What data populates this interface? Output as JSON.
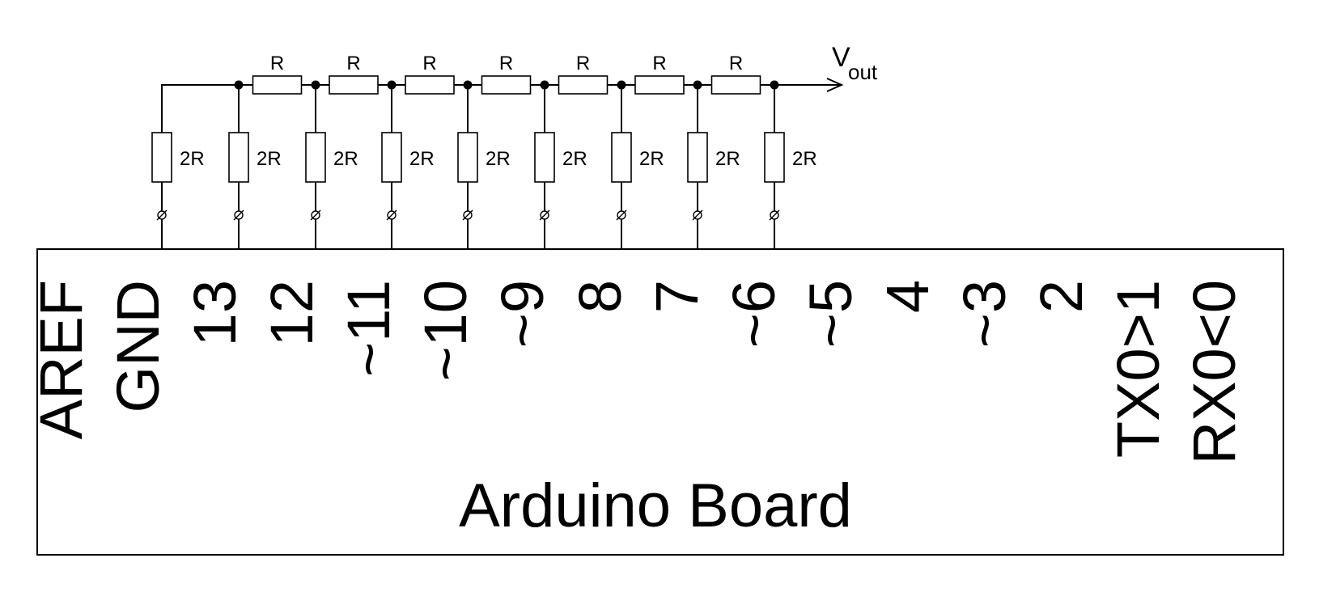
{
  "board": {
    "title": "Arduino Board",
    "pins": [
      "AREF",
      "GND",
      "13",
      "12",
      "~11",
      "~10",
      "~9",
      "8",
      "7",
      "~6",
      "~5",
      "4",
      "~3",
      "2",
      "TX0>1",
      "RX0<0"
    ]
  },
  "ladder": {
    "series_label": "R",
    "shunt_label": "2R",
    "series_count": 7,
    "shunt_count": 9
  },
  "output": {
    "symbol": "V",
    "subscript": "out"
  },
  "colors": {
    "line": "#000000",
    "background": "#ffffff"
  }
}
